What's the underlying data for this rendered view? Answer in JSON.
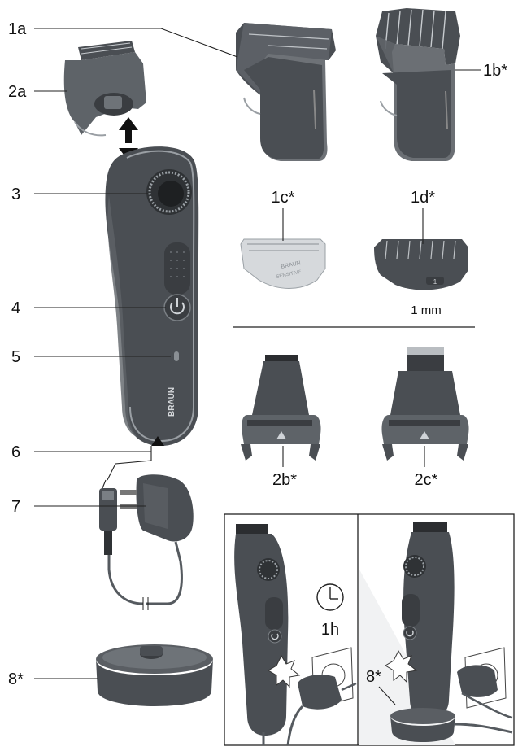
{
  "labels": {
    "l1a": "1a",
    "l1b": "1b*",
    "l1c": "1c*",
    "l1d": "1d*",
    "l2a": "2a",
    "l2b": "2b*",
    "l2c": "2c*",
    "l3": "3",
    "l4": "4",
    "l5": "5",
    "l6": "6",
    "l7": "7",
    "l8": "8*",
    "l8_inset": "8*"
  },
  "comb_1d": {
    "setting": "1",
    "caption": "1 mm"
  },
  "guard_1c": {
    "text_top": "BRAUN",
    "text_bottom": "SENSITIVE"
  },
  "charging_inset": {
    "duration": "1h",
    "clock_icon": "clock-icon",
    "flash_icon": "charge-flash-icon"
  },
  "brand": {
    "logo_text": "BRAUN"
  },
  "colors": {
    "device_body": "#4a4e53",
    "device_trim": "#9a9fa4",
    "background": "#ffffff"
  }
}
